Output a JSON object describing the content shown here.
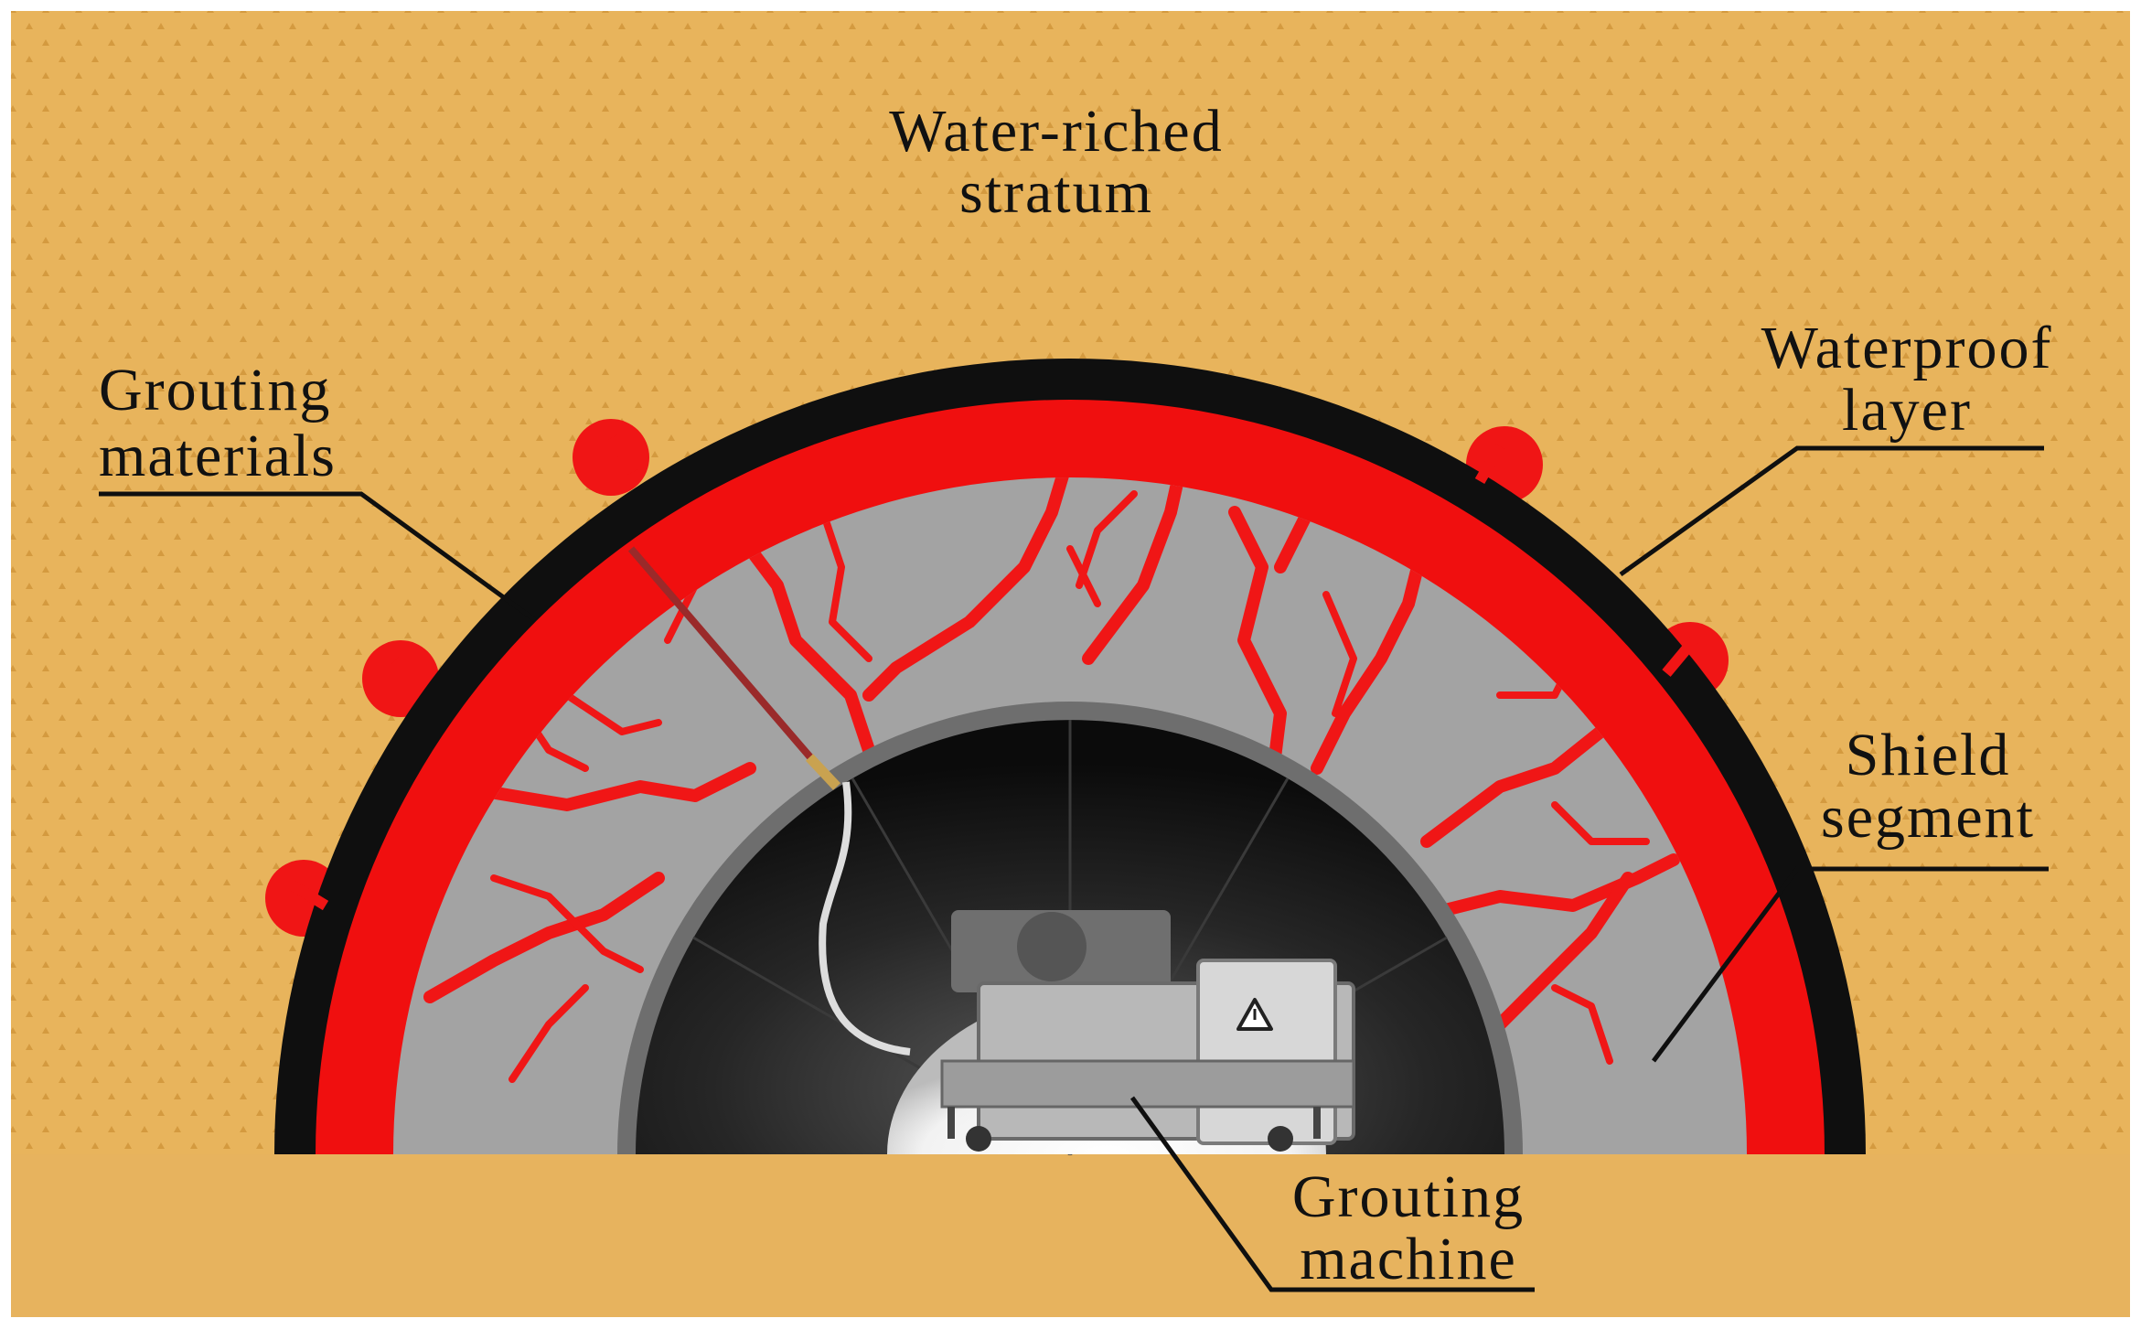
{
  "colors": {
    "stratum": "#E8B45C",
    "stratum_dots": "#D49A3F",
    "grout": "#F00F0F",
    "waterproof": "#0F0F0F",
    "segment": "#A3A3A3",
    "tunnel_inner": "#1A1A1A",
    "machine": "#BDBDBD"
  },
  "labels": {
    "stratum_line1": "Water-riched",
    "stratum_line2": "stratum",
    "grouting_materials_line1": "Grouting",
    "grouting_materials_line2": "materials",
    "waterproof_line1": "Waterproof",
    "waterproof_line2": "layer",
    "shield_line1": "Shield",
    "shield_line2": "segment",
    "machine_line1": "Grouting",
    "machine_line2": "machine"
  },
  "icons": {
    "warning": "warning-triangle-icon"
  }
}
